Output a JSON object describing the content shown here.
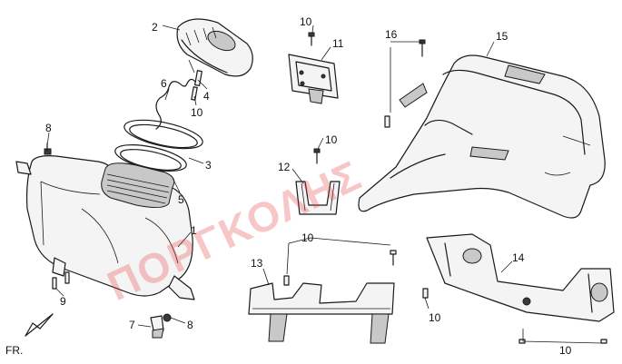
{
  "labels": {
    "l1": "1",
    "l2": "2",
    "l3": "3",
    "l4": "4",
    "l5": "5",
    "l6": "6",
    "l7": "7",
    "l8a": "8",
    "l8b": "8",
    "l9": "9",
    "l10a": "10",
    "l10b": "10",
    "l10c": "10",
    "l10d": "10",
    "l10e": "10",
    "l10f": "10",
    "l11": "11",
    "l12": "12",
    "l13": "13",
    "l14": "14",
    "l15": "15",
    "l16": "16"
  },
  "front_marker": "FR.",
  "watermark": "ΠΟΡΓΚΟΛΗΣ"
}
